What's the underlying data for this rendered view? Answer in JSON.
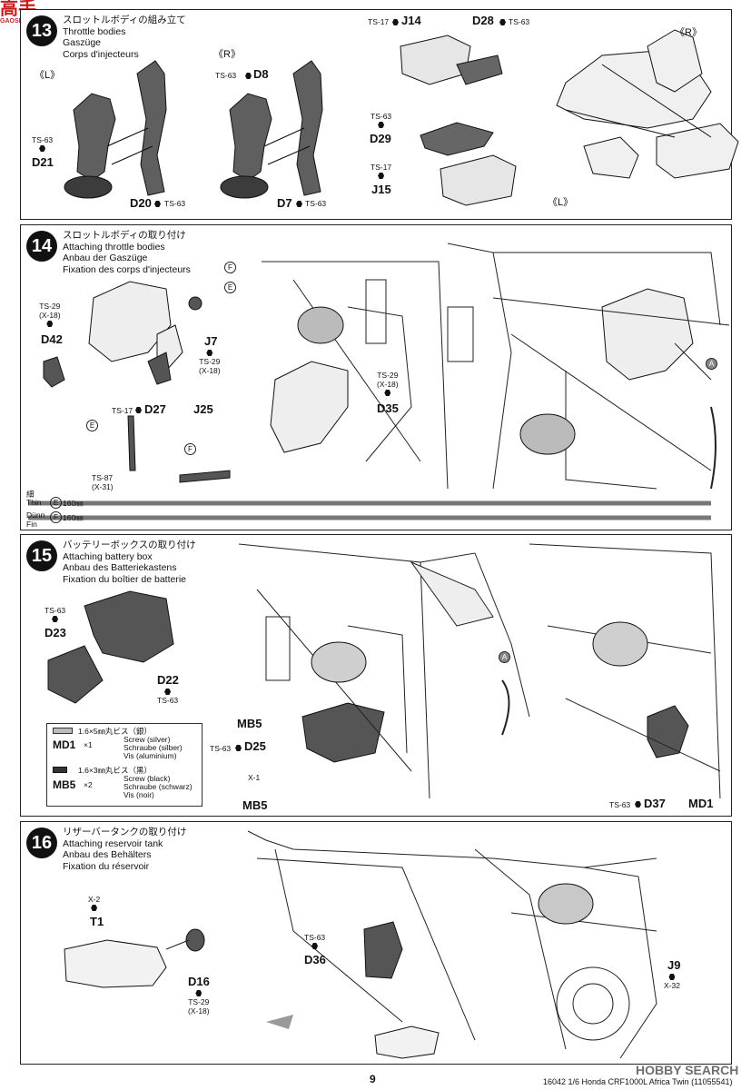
{
  "watermark_top": {
    "logo": "高手",
    "sub": "GAOSHOU"
  },
  "step13": {
    "number": "13",
    "title_jp": "スロットルボディの組み立て",
    "title_en": "Throttle bodies",
    "title_de": "Gaszüge",
    "title_fr": "Corps d'injecteurs",
    "side_L": "《L》",
    "side_R": "《R》",
    "side_R2": "《R》",
    "side_L2": "《L》",
    "parts": {
      "D21": "D21",
      "D21_paint": "TS-63",
      "D20": "D20",
      "D20_paint": "TS-63",
      "D8": "D8",
      "D8_paint": "TS-63",
      "D7": "D7",
      "D7_paint": "TS-63",
      "J14": "J14",
      "J14_paint": "TS-17",
      "D28": "D28",
      "D28_paint": "TS-63",
      "D29": "D29",
      "D29_paint": "TS-63",
      "J15": "J15",
      "J15_paint": "TS-17"
    }
  },
  "step14": {
    "number": "14",
    "title_jp": "スロットルボディの取り付け",
    "title_en": "Attaching throttle bodies",
    "title_de": "Anbau der Gaszüge",
    "title_fr": "Fixation des corps d'injecteurs",
    "parts": {
      "D42": "D42",
      "D42_paint": "TS-29",
      "D42_paint2": "(X-18)",
      "J7": "J7",
      "J7_paint": "TS-29",
      "J7_paint2": "(X-18)",
      "D27": "D27",
      "D27_paint": "TS-17",
      "J25": "J25",
      "J25_paint": "TS-87",
      "J25_paint2": "(X-31)",
      "D35": "D35",
      "D35_paint": "TS-29",
      "D35_paint2": "(X-18)"
    },
    "marker_E": "E",
    "marker_F": "F",
    "marker_A": "A",
    "cable_thin_jp": "細",
    "cable_thin_en": "Thin",
    "cable_E": "E",
    "cable_E_len": "160㎜",
    "cable_thin_de": "Dünn",
    "cable_thin_fr": "Fin",
    "cable_F": "F",
    "cable_F_len": "160㎜"
  },
  "step15": {
    "number": "15",
    "title_jp": "バッテリーボックスの取り付け",
    "title_en": "Attaching battery box",
    "title_de": "Anbau des Batteriekastens",
    "title_fr": "Fixation du boîtier de batterie",
    "parts": {
      "D23": "D23",
      "D23_paint": "TS-63",
      "D22": "D22",
      "D22_paint": "TS-63",
      "MB5a": "MB5",
      "D25": "D25",
      "D25_paint": "TS-63",
      "X1": "X-1",
      "MB5b": "MB5",
      "D37": "D37",
      "D37_paint": "TS-63",
      "MD1": "MD1"
    },
    "marker_A": "A",
    "screws": [
      {
        "code": "MD1",
        "qty": "×1",
        "jp": "1.6×5㎜丸ビス（銀）",
        "en": "Screw (silver)",
        "de": "Schraube (silber)",
        "fr": "Vis (aluminium)"
      },
      {
        "code": "MB5",
        "qty": "×2",
        "jp": "1.6×3㎜丸ビス（黒）",
        "en": "Screw (black)",
        "de": "Schraube (schwarz)",
        "fr": "Vis (noir)"
      }
    ]
  },
  "step16": {
    "number": "16",
    "title_jp": "リザーバータンクの取り付け",
    "title_en": "Attaching reservoir tank",
    "title_de": "Anbau des Behälters",
    "title_fr": "Fixation du réservoir",
    "parts": {
      "T1": "T1",
      "T1_paint": "X-2",
      "D16": "D16",
      "D16_paint": "TS-29",
      "D16_paint2": "(X-18)",
      "D36": "D36",
      "D36_paint": "TS-63",
      "J9": "J9",
      "J9_paint": "X-32"
    }
  },
  "footer": {
    "page": "9",
    "model": "16042  1/6 Honda CRF1000L Africa Twin (11055541)",
    "watermark": "HOBBY SEARCH"
  },
  "colors": {
    "ink": "#111111",
    "gray_part": "#5a5a5a",
    "light": "#d9d9d9",
    "watermark_red": "#c81e1e"
  }
}
